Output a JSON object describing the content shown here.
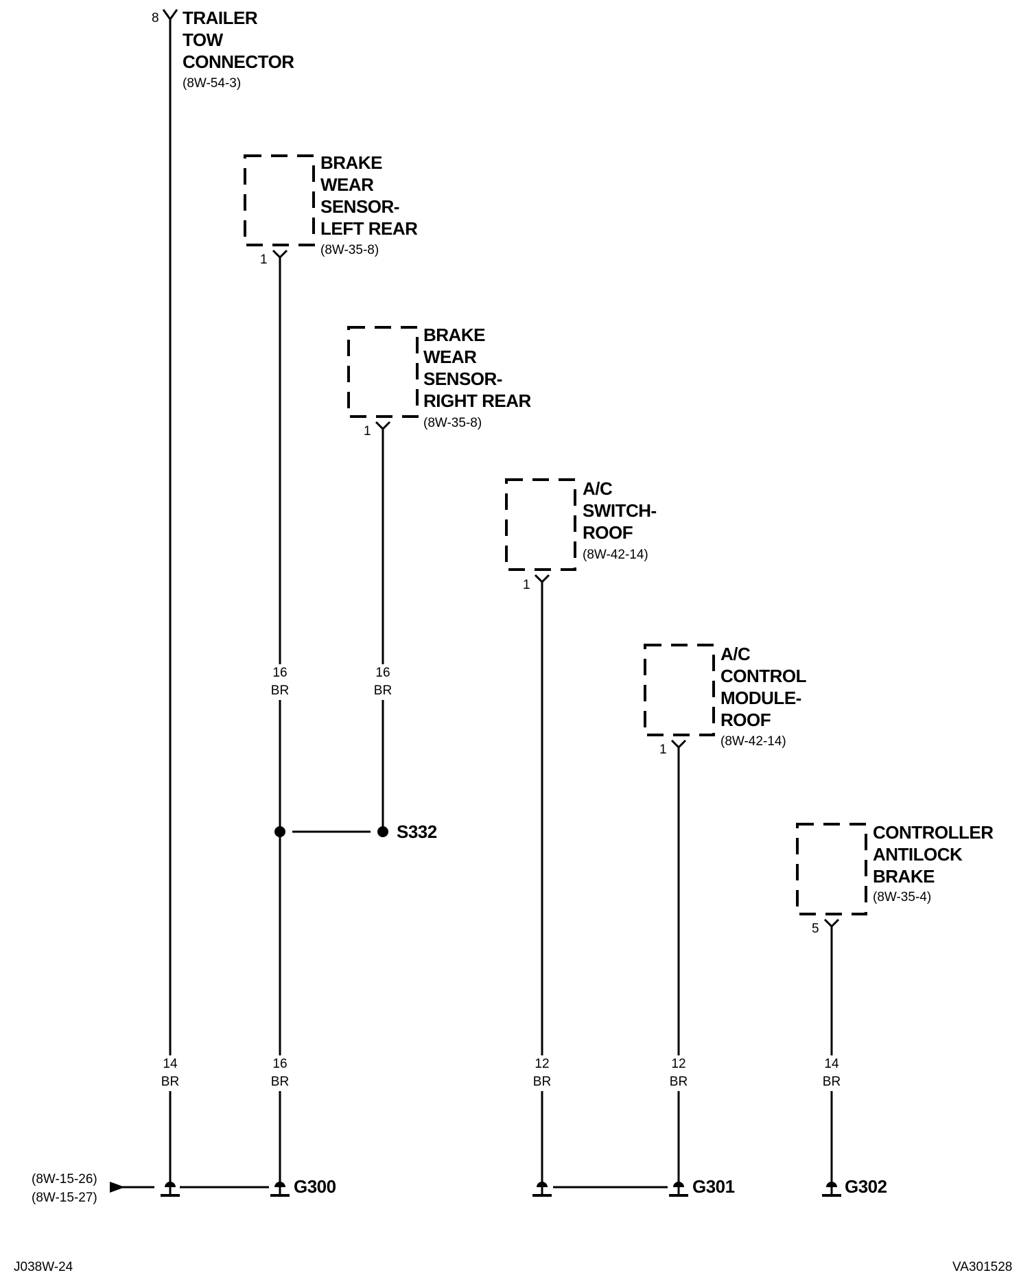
{
  "connectors": {
    "trailer": {
      "pin": "8",
      "name": [
        "TRAILER",
        "TOW",
        "CONNECTOR"
      ],
      "ref": "(8W-54-3)"
    },
    "lr": {
      "pin": "1",
      "name": [
        "BRAKE",
        "WEAR",
        "SENSOR-",
        "LEFT REAR"
      ],
      "ref": "(8W-35-8)"
    },
    "rr": {
      "pin": "1",
      "name": [
        "BRAKE",
        "WEAR",
        "SENSOR-",
        "RIGHT REAR"
      ],
      "ref": "(8W-35-8)"
    },
    "acsw": {
      "pin": "1",
      "name": [
        "A/C",
        "SWITCH-",
        "ROOF"
      ],
      "ref": "(8W-42-14)"
    },
    "acmod": {
      "pin": "1",
      "name": [
        "A/C",
        "CONTROL",
        "MODULE-",
        "ROOF"
      ],
      "ref": "(8W-42-14)"
    },
    "cab": {
      "pin": "5",
      "name": [
        "CONTROLLER",
        "ANTILOCK",
        "BRAKE"
      ],
      "ref": "(8W-35-4)"
    }
  },
  "wires": {
    "lr_upper": {
      "gauge": "16",
      "color": "BR"
    },
    "rr_upper": {
      "gauge": "16",
      "color": "BR"
    },
    "trailer_lower": {
      "gauge": "14",
      "color": "BR"
    },
    "lr_lower": {
      "gauge": "16",
      "color": "BR"
    },
    "acsw_lower": {
      "gauge": "12",
      "color": "BR"
    },
    "acmod_lower": {
      "gauge": "12",
      "color": "BR"
    },
    "cab_lower": {
      "gauge": "14",
      "color": "BR"
    }
  },
  "splice": {
    "label": "S332"
  },
  "grounds": {
    "g300": "G300",
    "g301": "G301",
    "g302": "G302"
  },
  "refs_left": [
    "(8W-15-26)",
    "(8W-15-27)"
  ],
  "footer": {
    "left": "J038W-24",
    "right": "VA301528"
  }
}
